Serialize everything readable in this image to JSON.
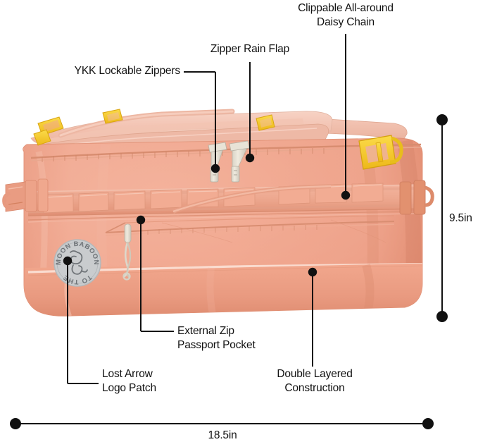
{
  "diagram": {
    "subject": "Duffel bag product feature diagram",
    "background_color": "#ffffff",
    "line_color": "#111111"
  },
  "product": {
    "logo_patch": {
      "text_top": "MOON BABOON",
      "text_bottom": "TO THE",
      "patch_color": "#c9ccce",
      "ink_color": "#6e7377"
    },
    "colors": {
      "body_main": "#f0a78f",
      "body_shadow": "#e08a70",
      "body_highlight": "#f7c3b0",
      "bottom_panel": "#e89a80",
      "webbing": "#eaa188",
      "lid_light": "#f5cdbe",
      "strap": "#eec0ae",
      "buckle_yellow": "#f5c518",
      "zipper_pull": "#e6e2d8",
      "zipper_teeth": "#d98f72"
    }
  },
  "callouts": [
    {
      "id": "clippable-daisy-chain",
      "label": "Clippable All-around\nDaisy Chain"
    },
    {
      "id": "zipper-rain-flap",
      "label": "Zipper Rain Flap"
    },
    {
      "id": "ykk-lockable-zippers",
      "label": "YKK Lockable Zippers"
    },
    {
      "id": "external-zip-passport-pocket",
      "label": "External Zip\nPassport Pocket"
    },
    {
      "id": "lost-arrow-logo-patch",
      "label": "Lost Arrow\nLogo Patch"
    },
    {
      "id": "double-layered-construction",
      "label": "Double Layered\nConstruction"
    }
  ],
  "dimensions": {
    "height": {
      "id": "height-dimension",
      "value": "9.5in"
    },
    "width": {
      "id": "width-dimension",
      "value": "18.5in"
    }
  }
}
